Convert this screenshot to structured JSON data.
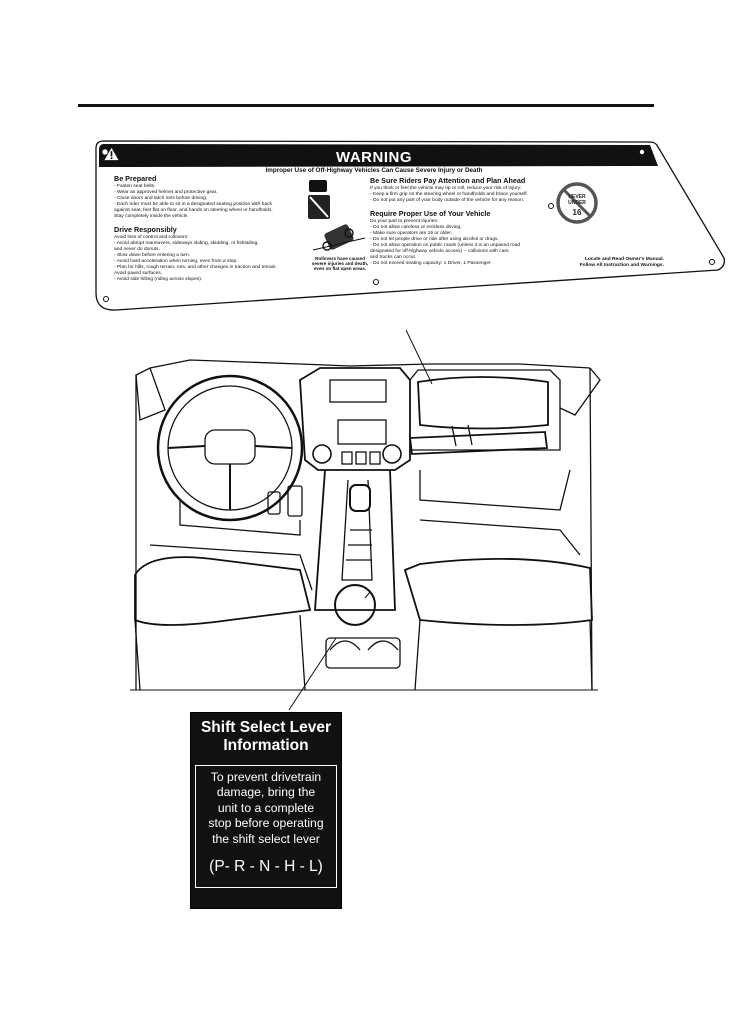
{
  "warning_decal": {
    "heading": "WARNING",
    "subtitle": "Improper Use of Off-Highway Vehicles Can Cause Severe Injury or Death",
    "left": {
      "prepared_title": "Be Prepared",
      "prepared_items": [
        "- Fasten seat belts.",
        "- Wear an approved helmet and protective gear.",
        "- Close doors and latch nets before driving.",
        "- Each rider must be able to sit in a designated seating position with back",
        "  against seat, feet flat on floor, and hands on steering wheel or handholds.",
        "  Stay completely inside the vehicle."
      ],
      "drive_title": "Drive Responsibly",
      "drive_items": [
        "Avoid loss of control and rollovers:",
        "- Avoid abrupt maneuvers, sideways sliding, skidding, or fishtailing,",
        "  and never do donuts.",
        "- Slow down before entering a turn.",
        "- Avoid hard acceleration when turning, even from a stop.",
        "- Plan for hills, rough terrain, ruts, and other changes in traction and terrain.",
        "  Avoid paved surfaces.",
        "- Avoid side hilling (riding across slopes)."
      ]
    },
    "rollover_caption": "Rollovers have caused severe injuries and death, even on flat open areas.",
    "right": {
      "attention_title": "Be Sure Riders Pay Attention and Plan Ahead",
      "attention_items": [
        "If you think or feel the vehicle may tip or roll, reduce your risk of injury:",
        "- Keep a firm grip on the steering wheel or handholds and brace yourself.",
        "- Do not put any part of your body outside of the vehicle for any reason."
      ],
      "proper_title": "Require Proper Use of Your Vehicle",
      "proper_items": [
        "Do your part to prevent injuries:",
        "- Do not allow careless or reckless driving.",
        "- Make sure operators are 16 or older.",
        "- Do not let people drive or ride after using alcohol or drugs.",
        "- Do not allow operation on public roads (unless it is an unpaved road",
        "  designated for off-highway vehicle access) -- collisions with cars",
        "  and trucks can occur.",
        "- Do not exceed seating capacity: 1 Driver, 1 Passenger"
      ]
    },
    "never_badge": {
      "line1": "NEVER",
      "line2": "UNDER",
      "number": "16"
    },
    "manual_line1": "Locate and Read Owner's Manual.",
    "manual_line2": "Follow All Instruction and Warnings."
  },
  "shift_label": {
    "title_line1": "Shift Select Lever",
    "title_line2": "Information",
    "body_lines": [
      "To prevent drivetrain",
      "damage, bring the",
      "unit to a complete",
      "stop before operating",
      "the shift select lever"
    ],
    "sequence": "(P- R - N - H - L)"
  }
}
